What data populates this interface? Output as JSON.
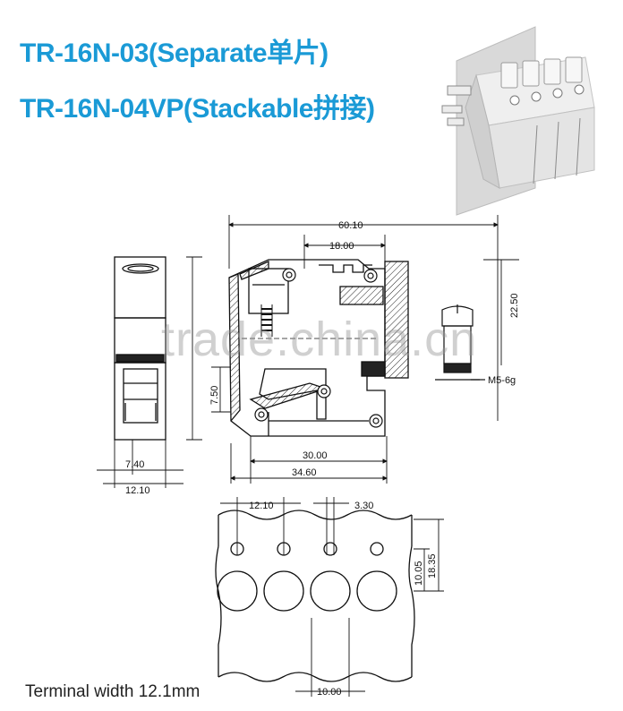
{
  "titles": {
    "line1": "TR-16N-03(Separate单片)",
    "line2": "TR-16N-04VP(Stackable拼接)"
  },
  "dimensions": {
    "overall_length": "60.10",
    "top_offset": "18.00",
    "height_right": "22.50",
    "pitch_left": "7.50",
    "base_30": "30.00",
    "base_34": "34.60",
    "side_740": "7.40",
    "side_1210": "12.10",
    "pitch_top": "12.10",
    "hole_330": "3.30",
    "height_1835": "18.35",
    "height_1005": "10.05",
    "bottom_1000": "10.00",
    "screw_thread": "M5-6g"
  },
  "footer_text": "Terminal width 12.1mm",
  "watermark": "trade.china.cn",
  "colors": {
    "title": "#1a9ad6",
    "line": "#111111",
    "hatch": "#222222"
  }
}
